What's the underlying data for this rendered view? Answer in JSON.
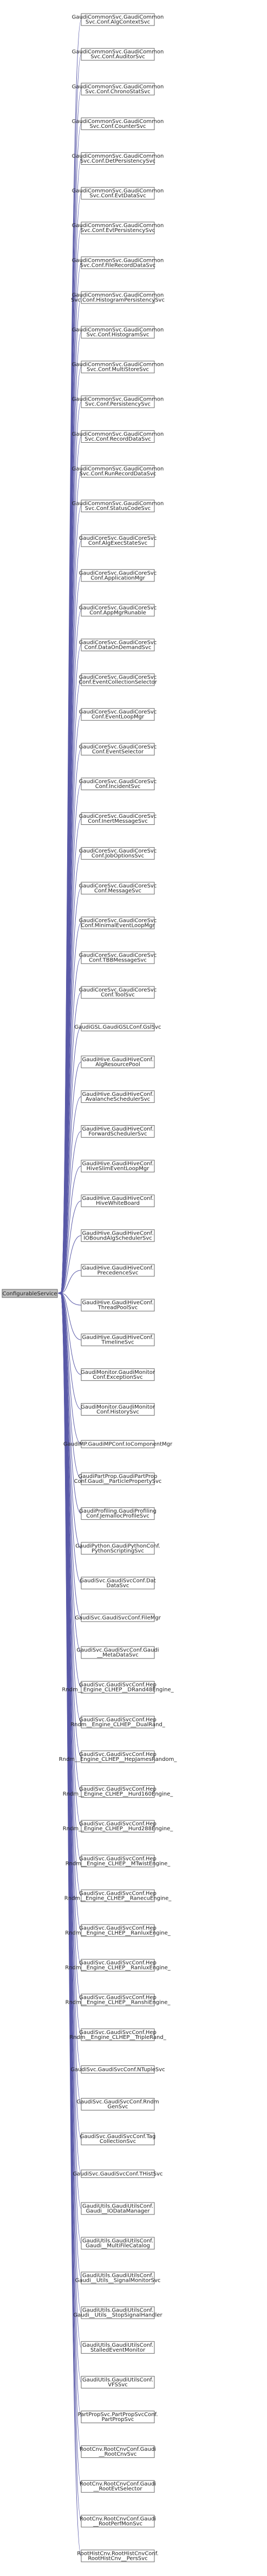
{
  "root": {
    "label": "ConfigurableService"
  },
  "children": [
    [
      "GaudiCommonSvc.GaudiCommon",
      "Svc.Conf.AlgContextSvc"
    ],
    [
      "GaudiCommonSvc.GaudiCommon",
      "Svc.Conf.AuditorSvc"
    ],
    [
      "GaudiCommonSvc.GaudiCommon",
      "Svc.Conf.ChronoStatSvc"
    ],
    [
      "GaudiCommonSvc.GaudiCommon",
      "Svc.Conf.CounterSvc"
    ],
    [
      "GaudiCommonSvc.GaudiCommon",
      "Svc.Conf.DetPersistencySvc"
    ],
    [
      "GaudiCommonSvc.GaudiCommon",
      "Svc.Conf.EvtDataSvc"
    ],
    [
      "GaudiCommonSvc.GaudiCommon",
      "Svc.Conf.EvtPersistencySvc"
    ],
    [
      "GaudiCommonSvc.GaudiCommon",
      "Svc.Conf.FileRecordDataSvc"
    ],
    [
      "GaudiCommonSvc.GaudiCommon",
      "Svc.Conf.HistogramPersistencySvc"
    ],
    [
      "GaudiCommonSvc.GaudiCommon",
      "Svc.Conf.HistogramSvc"
    ],
    [
      "GaudiCommonSvc.GaudiCommon",
      "Svc.Conf.MultiStoreSvc"
    ],
    [
      "GaudiCommonSvc.GaudiCommon",
      "Svc.Conf.PersistencySvc"
    ],
    [
      "GaudiCommonSvc.GaudiCommon",
      "Svc.Conf.RecordDataSvc"
    ],
    [
      "GaudiCommonSvc.GaudiCommon",
      "Svc.Conf.RunRecordDataSvc"
    ],
    [
      "GaudiCommonSvc.GaudiCommon",
      "Svc.Conf.StatusCodeSvc"
    ],
    [
      "GaudiCoreSvc.GaudiCoreSvc",
      "Conf.AlgExecStateSvc"
    ],
    [
      "GaudiCoreSvc.GaudiCoreSvc",
      "Conf.ApplicationMgr"
    ],
    [
      "GaudiCoreSvc.GaudiCoreSvc",
      "Conf.AppMgrRunable"
    ],
    [
      "GaudiCoreSvc.GaudiCoreSvc",
      "Conf.DataOnDemandSvc"
    ],
    [
      "GaudiCoreSvc.GaudiCoreSvc",
      "Conf.EventCollectionSelector"
    ],
    [
      "GaudiCoreSvc.GaudiCoreSvc",
      "Conf.EventLoopMgr"
    ],
    [
      "GaudiCoreSvc.GaudiCoreSvc",
      "Conf.EventSelector"
    ],
    [
      "GaudiCoreSvc.GaudiCoreSvc",
      "Conf.IncidentSvc"
    ],
    [
      "GaudiCoreSvc.GaudiCoreSvc",
      "Conf.InertMessageSvc"
    ],
    [
      "GaudiCoreSvc.GaudiCoreSvc",
      "Conf.JobOptionsSvc"
    ],
    [
      "GaudiCoreSvc.GaudiCoreSvc",
      "Conf.MessageSvc"
    ],
    [
      "GaudiCoreSvc.GaudiCoreSvc",
      "Conf.MinimalEventLoopMgr"
    ],
    [
      "GaudiCoreSvc.GaudiCoreSvc",
      "Conf.TBBMessageSvc"
    ],
    [
      "GaudiCoreSvc.GaudiCoreSvc",
      "Conf.ToolSvc"
    ],
    [
      "GaudiGSL.GaudiGSLConf.GslSvc"
    ],
    [
      "GaudiHive.GaudiHiveConf.",
      "AlgResourcePool"
    ],
    [
      "GaudiHive.GaudiHiveConf.",
      "AvalancheSchedulerSvc"
    ],
    [
      "GaudiHive.GaudiHiveConf.",
      "ForwardSchedulerSvc"
    ],
    [
      "GaudiHive.GaudiHiveConf.",
      "HiveSlimEventLoopMgr"
    ],
    [
      "GaudiHive.GaudiHiveConf.",
      "HiveWhiteBoard"
    ],
    [
      "GaudiHive.GaudiHiveConf.",
      "IOBoundAlgSchedulerSvc"
    ],
    [
      "GaudiHive.GaudiHiveConf.",
      "PrecedenceSvc"
    ],
    [
      "GaudiHive.GaudiHiveConf.",
      "ThreadPoolSvc"
    ],
    [
      "GaudiHive.GaudiHiveConf.",
      "TimelineSvc"
    ],
    [
      "GaudiMonitor.GaudiMonitor",
      "Conf.ExceptionSvc"
    ],
    [
      "GaudiMonitor.GaudiMonitor",
      "Conf.HistorySvc"
    ],
    [
      "GaudiMP.GaudiMPConf.IoComponentMgr"
    ],
    [
      "GaudiPartProp.GaudiPartProp",
      "Conf.Gaudi__ParticlePropertySvc"
    ],
    [
      "GaudiProfiling.GaudiProfiling",
      "Conf.JemallocProfileSvc"
    ],
    [
      "GaudiPython.GaudiPythonConf.",
      "PythonScriptingSvc"
    ],
    [
      "GaudiSvc.GaudiSvcConf.Dat",
      "DataSvc"
    ],
    [
      "GaudiSvc.GaudiSvcConf.FileMgr"
    ],
    [
      "GaudiSvc.GaudiSvcConf.Gaudi",
      "__MetaDataSvc"
    ],
    [
      "GaudiSvc.GaudiSvcConf.Hep",
      "Rndm__Engine_CLHEP__DRand48Engine_"
    ],
    [
      "GaudiSvc.GaudiSvcConf.Hep",
      "Rndm__Engine_CLHEP__DualRand_"
    ],
    [
      "GaudiSvc.GaudiSvcConf.Hep",
      "Rndm__Engine_CLHEP__HepJamesRandom_"
    ],
    [
      "GaudiSvc.GaudiSvcConf.Hep",
      "Rndm__Engine_CLHEP__Hurd160Engine_"
    ],
    [
      "GaudiSvc.GaudiSvcConf.Hep",
      "Rndm__Engine_CLHEP__Hurd288Engine_"
    ],
    [
      "GaudiSvc.GaudiSvcConf.Hep",
      "Rndm__Engine_CLHEP__MTwistEngine_"
    ],
    [
      "GaudiSvc.GaudiSvcConf.Hep",
      "Rndm__Engine_CLHEP__RanecuEngine_"
    ],
    [
      "GaudiSvc.GaudiSvcConf.Hep",
      "Rndm__Engine_CLHEP__RanluxEngine_"
    ],
    [
      "GaudiSvc.GaudiSvcConf.Hep",
      "Rndm__Engine_CLHEP__RanluxEngine_"
    ],
    [
      "GaudiSvc.GaudiSvcConf.Hep",
      "Rndm__Engine_CLHEP__RanshiEngine_"
    ],
    [
      "GaudiSvc.GaudiSvcConf.Hep",
      "Rndm__Engine_CLHEP__TripleRand_"
    ],
    [
      "GaudiSvc.GaudiSvcConf.NTupleSvc"
    ],
    [
      "GaudiSvc.GaudiSvcConf.Rndm",
      "GenSvc"
    ],
    [
      "GaudiSvc.GaudiSvcConf.Tag",
      "CollectionSvc"
    ],
    [
      "GaudiSvc.GaudiSvcConf.THistSvc"
    ],
    [
      "GaudiUtils.GaudiUtilsConf.",
      "Gaudi__IODataManager"
    ],
    [
      "GaudiUtils.GaudiUtilsConf.",
      "Gaudi__MultiFileCatalog"
    ],
    [
      "GaudiUtils.GaudiUtilsConf.",
      "Gaudi__Utils__SignalMonitorSvc"
    ],
    [
      "GaudiUtils.GaudiUtilsConf.",
      "Gaudi__Utils__StopSignalHandler"
    ],
    [
      "GaudiUtils.GaudiUtilsConf.",
      "StalledEventMonitor"
    ],
    [
      "GaudiUtils.GaudiUtilsConf.",
      "VFSSvc"
    ],
    [
      "PartPropSvc.PartPropSvcConf.",
      "PartPropSvc"
    ],
    [
      "RootCnv.RootCnvConf.Gaudi",
      "__RootCnvSvc"
    ],
    [
      "RootCnv.RootCnvConf.Gaudi",
      "__RootEvtSelector"
    ],
    [
      "RootCnv.RootCnvConf.Gaudi",
      "__RootPerfMonSvc"
    ],
    [
      "RootHistCnv.RootHistCnvConf.",
      "RootHistCnv__PersSvc"
    ]
  ]
}
